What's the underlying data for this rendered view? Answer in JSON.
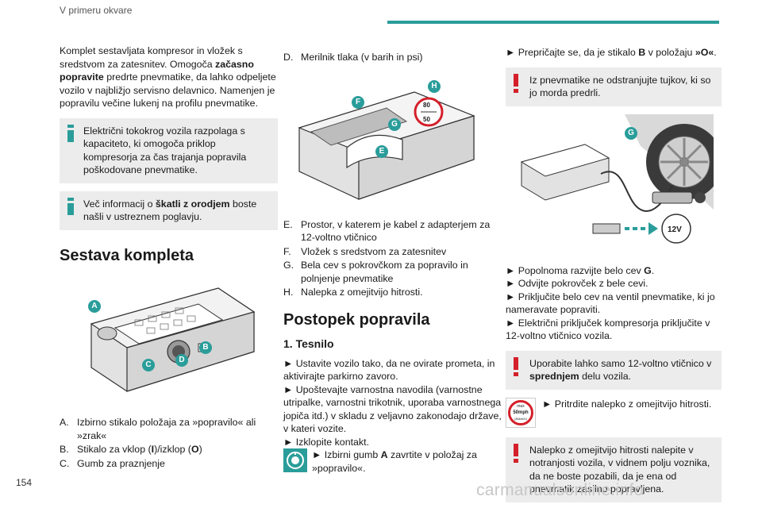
{
  "header": {
    "title": "V primeru okvare"
  },
  "page_number": "154",
  "watermark": "carmanualsonline.info",
  "col1": {
    "intro_1": "Komplet sestavljata kompresor in vložek s sredstvom za zatesnitev. Omogoča ",
    "intro_bold": "začasno popravite",
    "intro_2": " predrte pnevmatike, da lahko odpeljete vozilo v najbližjo servisno delavnico. Namenjen je popravilu večine lukenj na profilu pnevmatike.",
    "note1": "Električni tokokrog vozila razpolaga s kapaciteto, ki omogoča priklop kompresorja za čas trajanja popravila poškodovane pnevmatike.",
    "note2_1": "Več informacij o ",
    "note2_bold": "škatli z orodjem",
    "note2_2": " boste našli v ustreznem poglavju.",
    "heading": "Sestava kompleta",
    "fig_labels": {
      "a": "A",
      "b": "B",
      "c": "C",
      "d": "D"
    },
    "items": [
      {
        "letter": "A.",
        "text": "Izbirno stikalo položaja za »popravilo« ali »zrak«"
      },
      {
        "letter": "B.",
        "pre": "Stikalo za vklop (",
        "b1": "I",
        "mid": ")/izklop (",
        "b2": "O",
        "post": ")"
      },
      {
        "letter": "C.",
        "text": "Gumb za praznjenje"
      }
    ]
  },
  "col2": {
    "item_d": {
      "letter": "D.",
      "text": "Merilnik tlaka (v barih in psi)"
    },
    "fig_labels": {
      "e": "E",
      "f": "F",
      "g": "G",
      "h": "H",
      "sticker_top": "80",
      "sticker_bottom": "50"
    },
    "items": [
      {
        "letter": "E.",
        "text": "Prostor, v katerem je kabel z adapterjem za 12-voltno vtičnico"
      },
      {
        "letter": "F.",
        "text": "Vložek s sredstvom za zatesnitev"
      },
      {
        "letter": "G.",
        "text": "Bela cev s pokrovčkom za popravilo in polnjenje pnevmatike"
      },
      {
        "letter": "H.",
        "text": "Nalepka z omejitvijo hitrosti."
      }
    ],
    "heading": "Postopek popravila",
    "subheading": "1. Tesnilo",
    "steps": [
      "Ustavite vozilo tako, da ne ovirate prometa, in aktivirajte parkirno zavoro.",
      "Upoštevajte varnostna navodila (varnostne utripalke, varnostni trikotnik, uporaba varnostnega jopiča itd.) v skladu z veljavno zakonodajo države, v kateri vozite.",
      "Izklopite kontakt."
    ],
    "step_icon_1": "Izbirni gumb ",
    "step_icon_bold": "A",
    "step_icon_2": " zavrtite v položaj za »popravilo«."
  },
  "col3": {
    "step1_1": "Prepričajte se, da je stikalo ",
    "step1_b1": "B",
    "step1_2": " v položaju ",
    "step1_b2": "»O«",
    "step1_3": ".",
    "warn1": "Iz pnevmatike ne odstranjujte tujkov, ki so jo morda predrli.",
    "fig_labels": {
      "g": "G",
      "socket": "12V"
    },
    "steps": [
      {
        "pre": "Popolnoma razvijte belo cev ",
        "b": "G",
        "post": "."
      },
      {
        "pre": "Odvijte pokrovček z bele cevi.",
        "b": "",
        "post": ""
      },
      {
        "pre": "Priključite belo cev na ventil pnevmatike, ki jo nameravate popraviti.",
        "b": "",
        "post": ""
      },
      {
        "pre": "Električni priključek kompresorja priključite v 12-voltno vtičnico vozila.",
        "b": "",
        "post": ""
      }
    ],
    "warn2_1": "Uporabite lahko samo 12-voltno vtičnico v ",
    "warn2_bold": "sprednjem",
    "warn2_2": " delu vozila.",
    "sticker_step": "Pritrdite nalepko z omejitvijo hitrosti.",
    "sticker_icon": {
      "top": "max",
      "mid": "50mph",
      "bottom": "(80km/h)"
    },
    "warn3": "Nalepko z omejitvijo hitrosti nalepite v notranjosti vozila, v vidnem polju voznika, da ne boste pozabili, da je ena od pnevmatik zasilno popravljena."
  },
  "colors": {
    "accent": "#2a9d9a",
    "warning": "#d4202a",
    "note_bg": "#ececec"
  },
  "icons": [
    "info-icon",
    "warning-icon",
    "rotary-knob-icon",
    "speed-sticker-icon",
    "arrow-bullet-icon"
  ]
}
